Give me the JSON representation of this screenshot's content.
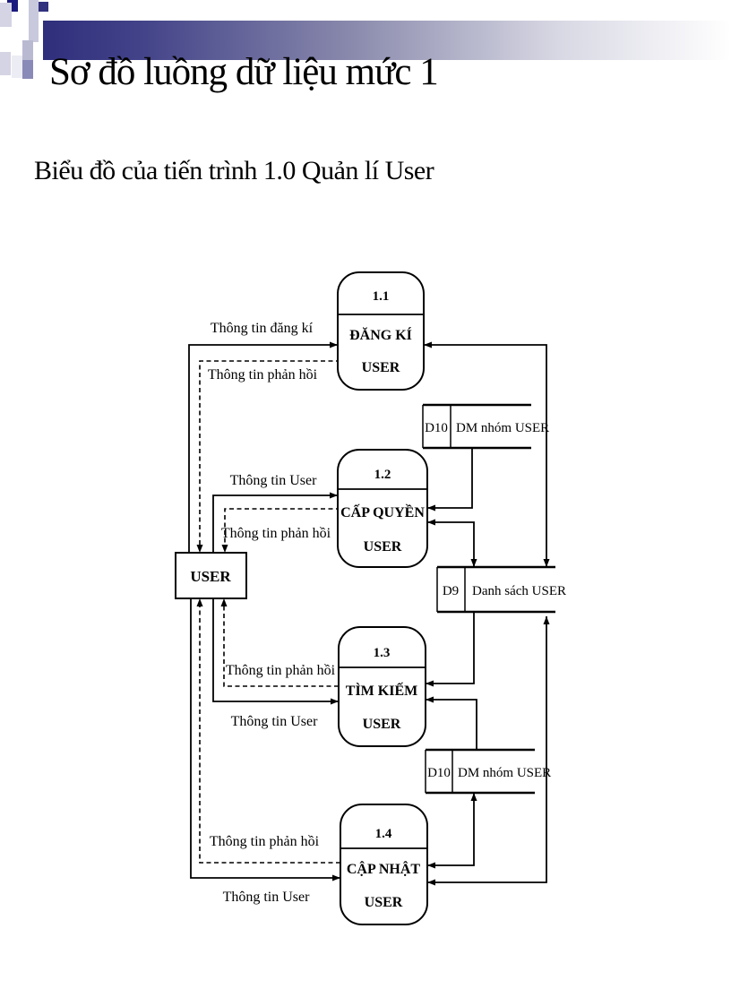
{
  "slide": {
    "title": "Sơ đồ luồng dữ liệu mức 1",
    "subtitle": "Biểu đồ của tiến trình 1.0 Quản lí User"
  },
  "diagram": {
    "type": "data-flow-diagram-level-1",
    "entity": {
      "label": "USER"
    },
    "processes": [
      {
        "id": "1.1",
        "line1": "ĐĂNG KÍ",
        "line2": "USER"
      },
      {
        "id": "1.2",
        "line1": "CẤP QUYỀN",
        "line2": "USER"
      },
      {
        "id": "1.3",
        "line1": "TÌM KIẾM",
        "line2": "USER"
      },
      {
        "id": "1.4",
        "line1": "CẬP NHẬT",
        "line2": "USER"
      }
    ],
    "stores": [
      {
        "id": "D10",
        "label": "DM nhóm USER"
      },
      {
        "id": "D9",
        "label": "Danh sách USER"
      },
      {
        "id": "D10",
        "label": "DM nhóm USER"
      }
    ],
    "flows": [
      {
        "label": "Thông tin đăng kí",
        "style": "solid",
        "from": "USER",
        "to": "1.1"
      },
      {
        "label": "Thông tin phản hồi",
        "style": "dashed",
        "from": "1.1",
        "to": "USER"
      },
      {
        "label": "Thông tin User",
        "style": "solid",
        "from": "USER",
        "to": "1.2"
      },
      {
        "label": "Thông tin phản hồi",
        "style": "dashed",
        "from": "1.2",
        "to": "USER"
      },
      {
        "label": "Thông tin phản hồi",
        "style": "dashed",
        "from": "1.3",
        "to": "USER"
      },
      {
        "label": "Thông tin User",
        "style": "solid",
        "from": "USER",
        "to": "1.3"
      },
      {
        "label": "Thông tin phản hồi",
        "style": "dashed",
        "from": "1.4",
        "to": "USER"
      },
      {
        "label": "Thông tin User",
        "style": "solid",
        "from": "USER",
        "to": "1.4"
      },
      {
        "style": "solid",
        "from": "D9 top",
        "to": "1.1",
        "bidirectional": true
      },
      {
        "style": "solid",
        "from": "D10 bottom",
        "to": "1.2"
      },
      {
        "style": "solid",
        "from": "D9 top",
        "to": "1.2",
        "bidirectional": true
      },
      {
        "style": "solid",
        "from": "D9 bottom",
        "to": "1.3"
      },
      {
        "style": "solid",
        "from": "D10 top",
        "to": "1.3"
      },
      {
        "style": "solid",
        "from": "1.4",
        "to": "D10 bottom",
        "bidirectional": true
      },
      {
        "style": "solid",
        "from": "1.4",
        "to": "D9 bottom",
        "bidirectional": true
      }
    ],
    "colors": {
      "line": "#000000",
      "banner_navy": "#2e2e7c",
      "background": "#ffffff"
    }
  }
}
